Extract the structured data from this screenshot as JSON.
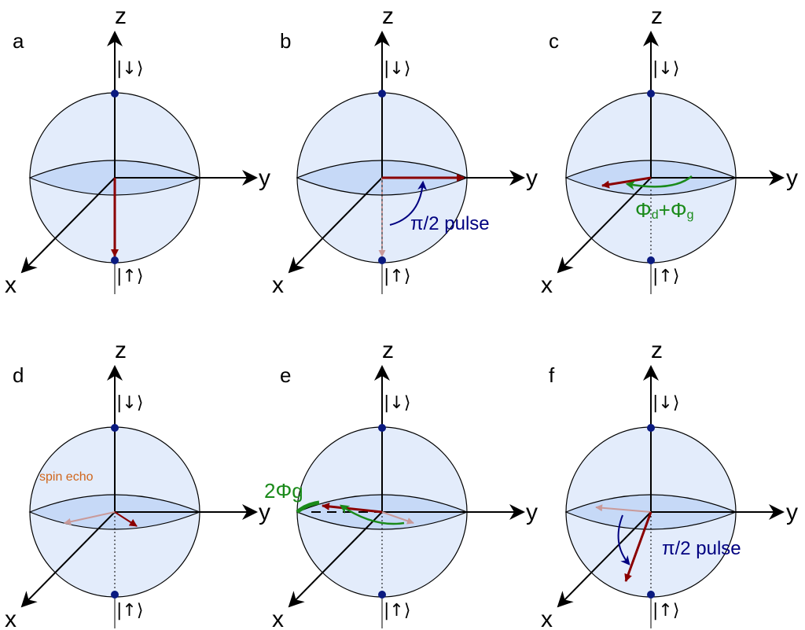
{
  "colors": {
    "sphere_fill": "#e3ecfb",
    "equator_fill": "#c6d9f7",
    "state_vector": "#8b0000",
    "pulse_arrow": "#000080",
    "phase_arrow": "#1a8a1a",
    "spin_echo_text": "#d0661c",
    "pole_dot": "#0a1a80"
  },
  "axes": {
    "x": "x",
    "y": "y",
    "z": "z"
  },
  "kets": {
    "down": "|↓⟩",
    "up": "|↑⟩"
  },
  "panels": [
    {
      "label": "a"
    },
    {
      "label": "b",
      "annotation": "π/2 pulse"
    },
    {
      "label": "c",
      "annotation_phi": "Φ",
      "annotation_sub_d": "d",
      "annotation_plus": "+",
      "annotation_sub_g": "g"
    },
    {
      "label": "d",
      "annotation": "spin echo"
    },
    {
      "label": "e",
      "annotation": "2Φg"
    },
    {
      "label": "f",
      "annotation": "π/2 pulse"
    }
  ]
}
